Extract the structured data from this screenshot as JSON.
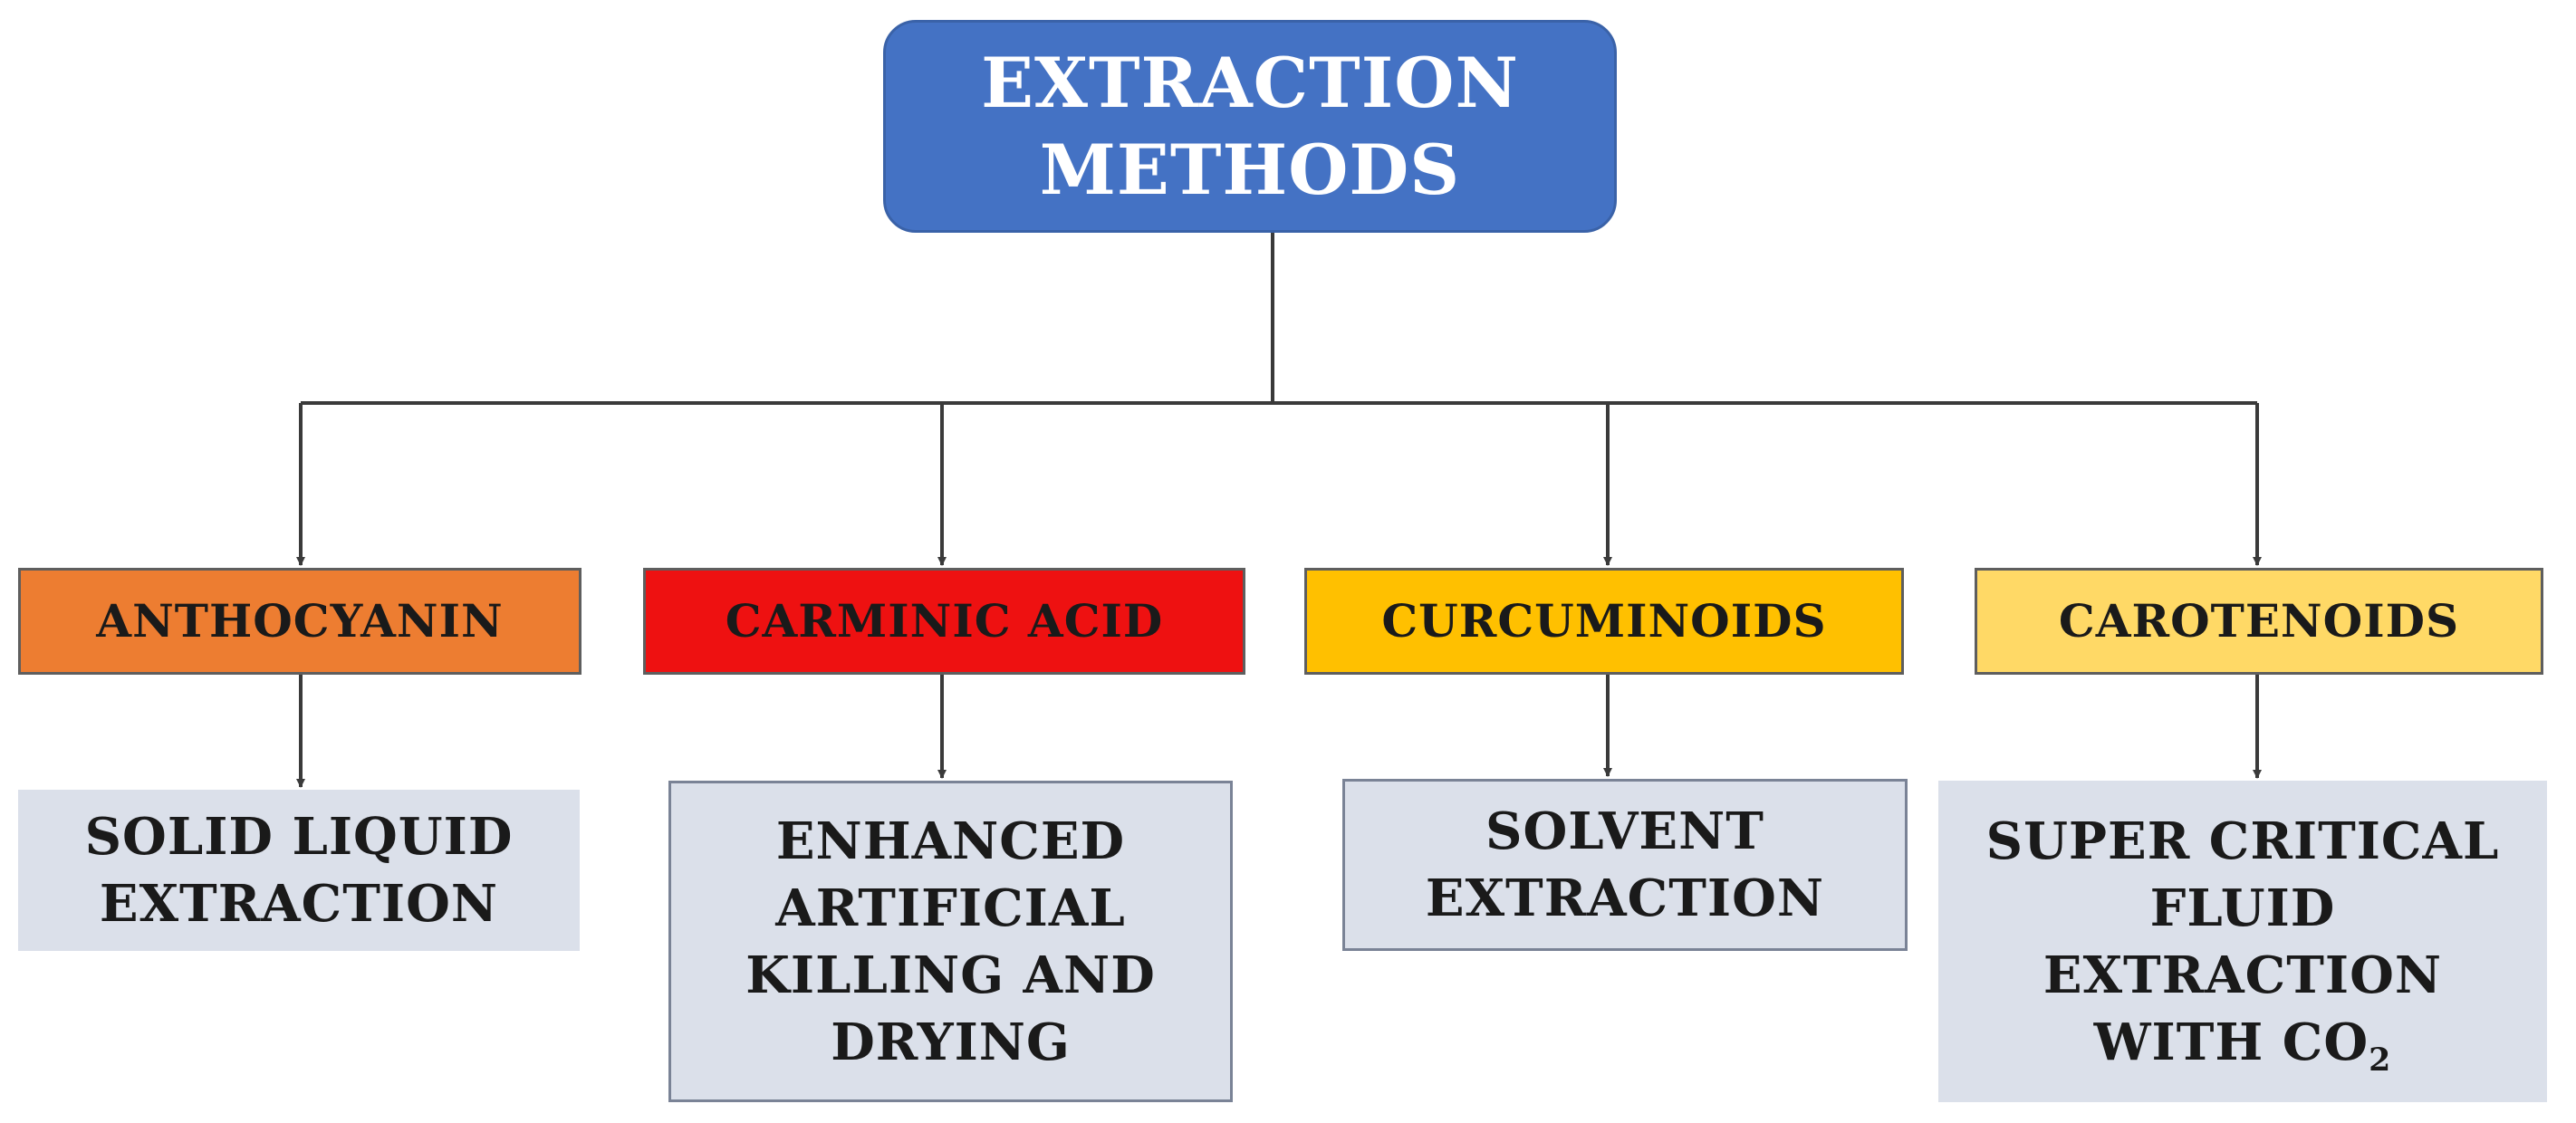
{
  "root": {
    "line1": "EXTRACTION",
    "line2": "METHODS",
    "color": "#4472c4"
  },
  "categories": [
    {
      "label": "ANTHOCYANIN",
      "color": "#ed7d31"
    },
    {
      "label": "CARMINIC ACID",
      "color": "#ee1111"
    },
    {
      "label": "CURCUMINOIDS",
      "color": "#ffc000"
    },
    {
      "label": "CAROTENOIDS",
      "color": "#ffd966"
    }
  ],
  "methods": [
    {
      "lines": [
        "SOLID LIQUID",
        "EXTRACTION"
      ]
    },
    {
      "lines": [
        "ENHANCED",
        "ARTIFICIAL",
        "KILLING AND",
        "DRYING"
      ]
    },
    {
      "lines": [
        "SOLVENT",
        "EXTRACTION"
      ]
    },
    {
      "lines": [
        "SUPER CRITICAL",
        "FLUID",
        "EXTRACTION",
        "WITH CO"
      ],
      "subscript": "2"
    }
  ],
  "colors": {
    "connector": "#3a3a3a",
    "method_fill": "#dbe0ea"
  }
}
